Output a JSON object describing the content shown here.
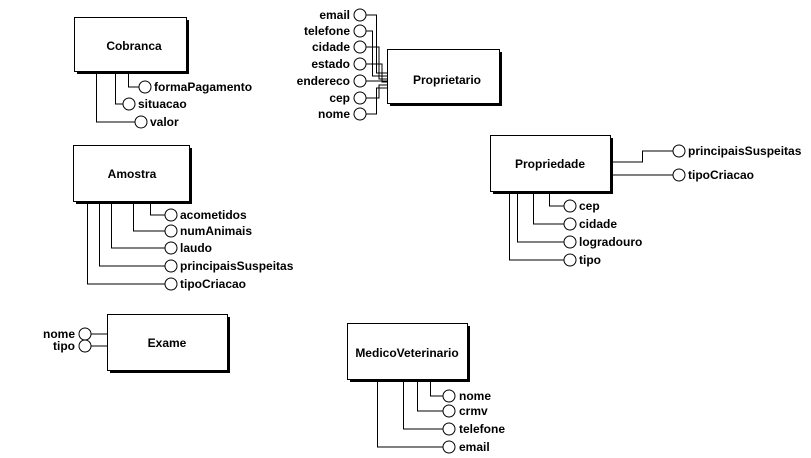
{
  "entities": {
    "cobranca": {
      "name": "Cobranca",
      "attributes": [
        "formaPagamento",
        "situacao",
        "valor"
      ]
    },
    "proprietario": {
      "name": "Proprietario",
      "attributes": [
        "email",
        "telefone",
        "cidade",
        "estado",
        "endereco",
        "cep",
        "nome"
      ]
    },
    "amostra": {
      "name": "Amostra",
      "attributes": [
        "acometidos",
        "numAnimais",
        "laudo",
        "principaisSuspeitas",
        "tipoCriacao"
      ]
    },
    "propriedade": {
      "name": "Propriedade",
      "side_attributes": [
        "principaisSuspeitas",
        "tipoCriacao"
      ],
      "attributes": [
        "cep",
        "cidade",
        "logradouro",
        "tipo"
      ]
    },
    "exame": {
      "name": "Exame",
      "attributes": [
        "nome",
        "tipo"
      ]
    },
    "medico": {
      "name": "MedicoVeterinario",
      "attributes": [
        "nome",
        "crmv",
        "telefone",
        "email"
      ]
    }
  }
}
